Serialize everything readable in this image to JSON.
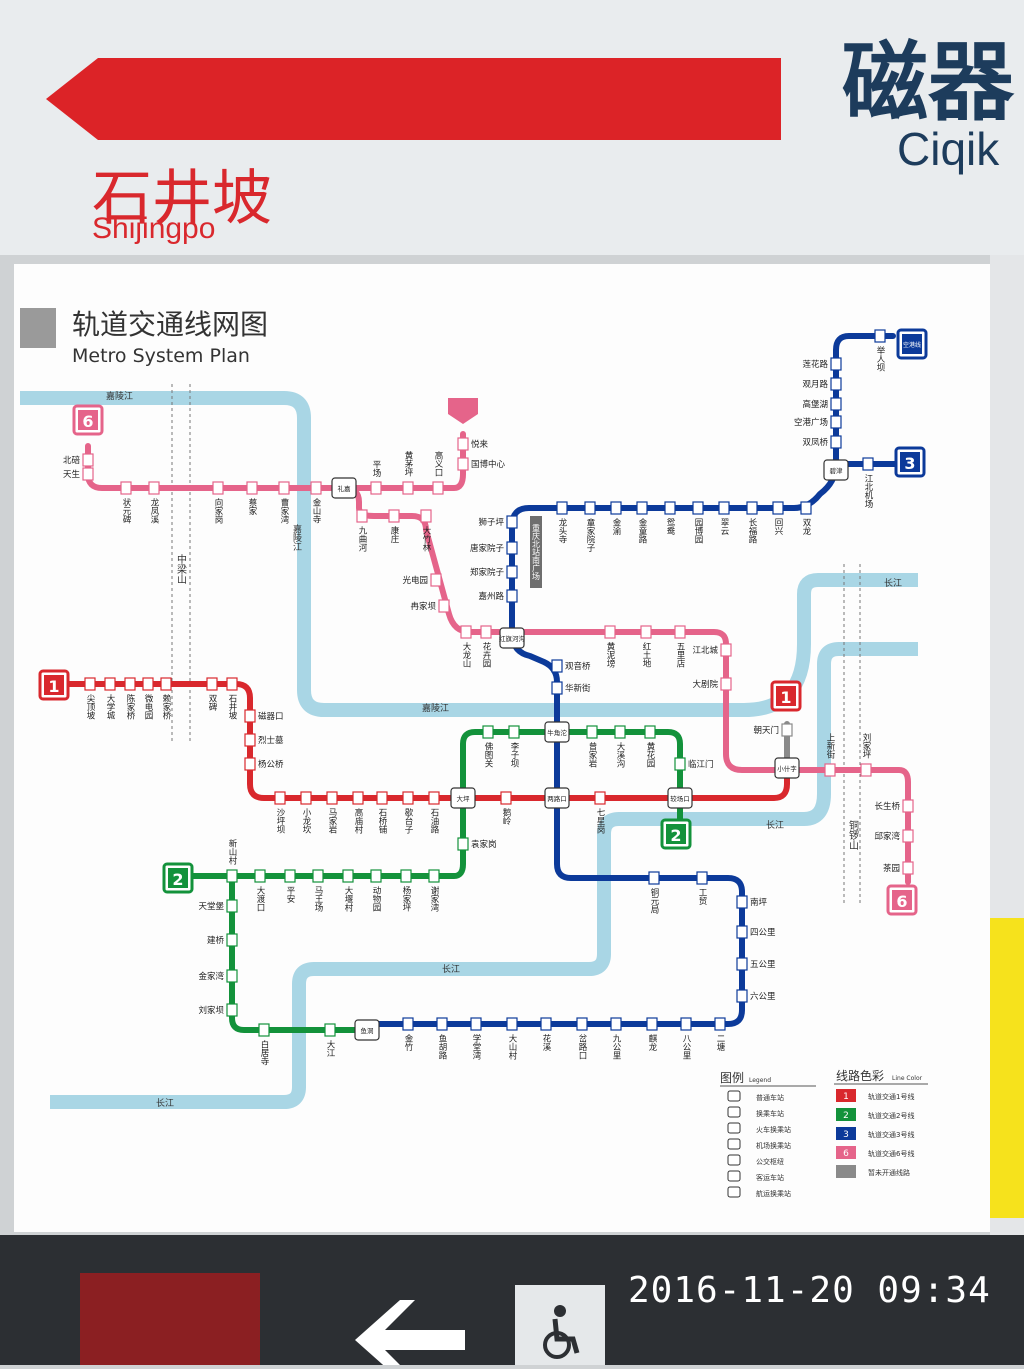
{
  "sign": {
    "station_cn": "石井坡",
    "station_en": "Shijingpo",
    "next_cn": "磁器",
    "next_en": "Ciqik"
  },
  "map": {
    "title_cn": "轨道交通线网图",
    "title_en": "Metro System Plan",
    "rivers": [
      "嘉陵江",
      "嘉陵江",
      "嘉陵江",
      "长江",
      "长江",
      "长江",
      "长江"
    ],
    "mountains": [
      "中梁山",
      "铜锣山"
    ],
    "legend": {
      "title_cn": "图例",
      "title_en": "Legend",
      "items": [
        "普通车站",
        "换乘车站",
        "火车换乘站",
        "机场换乘站",
        "公交枢纽",
        "客运车站",
        "航运换乘站"
      ]
    },
    "line_colors": {
      "title_cn": "线路色彩",
      "title_en": "Line Color",
      "items": [
        {
          "num": "1",
          "label": "轨道交通1号线",
          "color": "#d9282d"
        },
        {
          "num": "2",
          "label": "轨道交通2号线",
          "color": "#13923b"
        },
        {
          "num": "3",
          "label": "轨道交通3号线",
          "color": "#0c3a9a"
        },
        {
          "num": "6",
          "label": "轨道交通6号线",
          "color": "#e5648a"
        },
        {
          "num": "",
          "label": "暂未开通线路",
          "color": "#8a8a8a"
        }
      ]
    },
    "line_badges": [
      "6",
      "1",
      "2",
      "3",
      "1",
      "2",
      "6"
    ],
    "airport_line": "空港线",
    "stations": [
      "北碚",
      "天生",
      "状元碑",
      "龙凤溪",
      "向家岗",
      "蔡家",
      "曹家湾",
      "金山寺",
      "平场",
      "黄茅坪",
      "高义口",
      "悦来",
      "国博中心",
      "礼嘉",
      "九曲河",
      "康庄",
      "大竹林",
      "光电园",
      "冉家坝",
      "大龙山",
      "花卉园",
      "红旗河沟",
      "观音桥",
      "华新街",
      "黄泥塝",
      "红土地",
      "五里店",
      "江北城",
      "大剧院",
      "朝天门",
      "小什字",
      "上新街",
      "刘家坪",
      "长生桥",
      "邱家湾",
      "茶园",
      "尖顶坡",
      "大学城",
      "陈家桥",
      "微电园",
      "赖家桥",
      "双碑",
      "石井坡",
      "磁器口",
      "烈士墓",
      "杨公桥",
      "沙坪坝",
      "小龙坎",
      "马家岩",
      "高庙村",
      "石桥铺",
      "歇台子",
      "石油路",
      "大坪",
      "鹅岭",
      "两路口",
      "七星岗",
      "较场口",
      "佛图关",
      "李子坝",
      "牛角沱",
      "曾家岩",
      "大溪沟",
      "黄花园",
      "临江门",
      "袁家岗",
      "谢家湾",
      "杨家坪",
      "动物园",
      "大堰村",
      "马王场",
      "平安",
      "大渡口",
      "新山村",
      "天堂堡",
      "建桥",
      "金家湾",
      "刘家坝",
      "白居寺",
      "大江",
      "鱼洞",
      "金竹",
      "鱼胡路",
      "学堂湾",
      "大山村",
      "花溪",
      "岔路口",
      "九公里",
      "麒龙",
      "八公里",
      "二塘",
      "六公里",
      "五公里",
      "四公里",
      "南坪",
      "工贸",
      "铜元局",
      "狮子坪",
      "唐家院子",
      "郑家院子",
      "嘉州路",
      "重庆北站南广场",
      "龙头寺",
      "童家院子",
      "金渝",
      "金童路",
      "鸳鸯",
      "园博园",
      "翠云",
      "长福路",
      "回兴",
      "双龙",
      "碧津",
      "江北机场",
      "莲花路",
      "观月路",
      "高堡湖",
      "空港广场",
      "双凤桥",
      "举人坝"
    ]
  },
  "timestamp": "2016-11-20 09:34"
}
